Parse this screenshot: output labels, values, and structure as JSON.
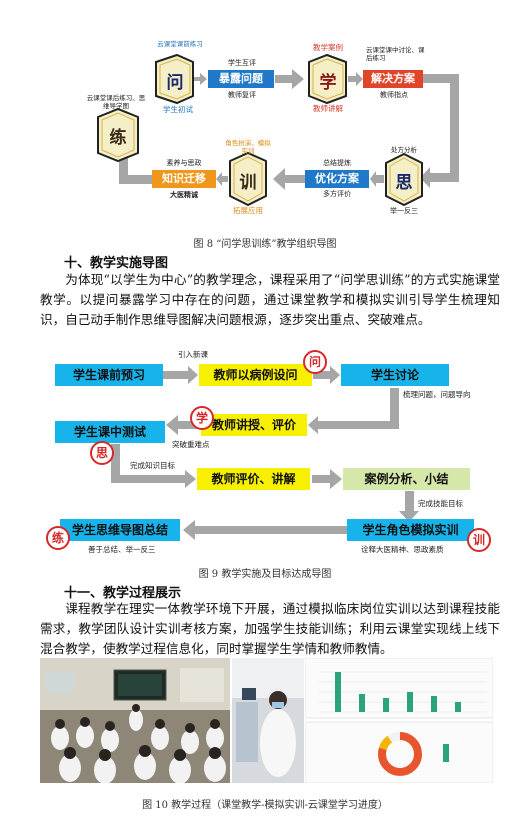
{
  "fig8": {
    "hex": {
      "wen": "问",
      "xue": "学",
      "si": "思",
      "xun": "训",
      "lian": "练"
    },
    "labels": {
      "wen_top": "云课堂课前练习",
      "wen_bottom": "学生初试",
      "xue_top": "教学案例",
      "xue_bottom": "教师讲解",
      "si_top": "处方分析",
      "si_bottom": "举一反三",
      "lian_left": "云课堂课后练习、思维导学图",
      "xun_top": "角色扮演、模拟实训",
      "xun_bottom": "拓展应用"
    },
    "pills": {
      "expose": "暴露问题",
      "solve": "解决方案",
      "optimize": "优化方案",
      "transfer": "知识迁移"
    },
    "notes": {
      "expose_top": "学生互评",
      "expose_bottom": "教师复评",
      "solve_top": "云课堂课中讨论、课后练习",
      "solve_bottom": "教师指点",
      "optimize_top": "总结提炼",
      "optimize_bottom": "多方评价",
      "transfer_top": "素养与思政",
      "transfer_bottom": "大医精诚"
    },
    "caption": "图 8   “问学思训练”教学组织导图"
  },
  "section10": {
    "heading": "十、教学实施导图",
    "paragraph": "为体现“以学生为中心”的教学理念，课程采用了“问学思训练”的方式实施课堂教学。以提问暴露学习中存在的问题，通过课堂教学和模拟实训引导学生梳理知识，自己动手制作思维导图解决问题根源，逐步突出重点、突破难点。"
  },
  "fig9": {
    "boxes": {
      "preview": "学生课前预习",
      "case": "教师以病例设问",
      "discuss": "学生讨论",
      "lecture": "教师讲授、评价",
      "test": "学生课中测试",
      "evaluate": "教师评价、讲解",
      "summary": "案例分析、小结",
      "mindmap": "学生思维导图总结",
      "roleplay": "学生角色模拟实训"
    },
    "marks": {
      "wen": "问",
      "xue": "学",
      "si": "思",
      "lian": "练",
      "xun": "训"
    },
    "notes": {
      "intro": "引入新课",
      "sort": "梳理问题，问题导向",
      "keypoint": "突破重难点",
      "knowledge": "完成知识目标",
      "skill": "完成技能目标",
      "summarize": "善于总结、举一反三",
      "spirit": "诠释大医精神、思政素质"
    },
    "caption": "图 9   教学实施及目标达成导图"
  },
  "section11": {
    "heading": "十一、教学过程展示",
    "paragraph": "课程教学在理实一体教学环境下开展，通过模拟临床岗位实训以达到课程技能需求，教学团队设计实训考核方案，加强学生技能训练；利用云课堂实现线上线下混合教学，使教学过程信息化，同时掌握学生学情和教师教情。"
  },
  "fig10": {
    "caption": "图 10   教学过程（课堂教学-模拟实训-云课堂学习进度）"
  },
  "colors": {
    "hex_border": "#222222",
    "hex_fill": "#f4efc6",
    "blue_pill": "#1f78c8",
    "red_pill": "#e0452a",
    "orange_pill": "#f0961a",
    "cyan_box": "#16b4ea",
    "yellow_box": "#f7f000",
    "green_box": "#d6e8a9",
    "arrow_gray": "#a6a6a6",
    "circle_red": "#d62828"
  }
}
